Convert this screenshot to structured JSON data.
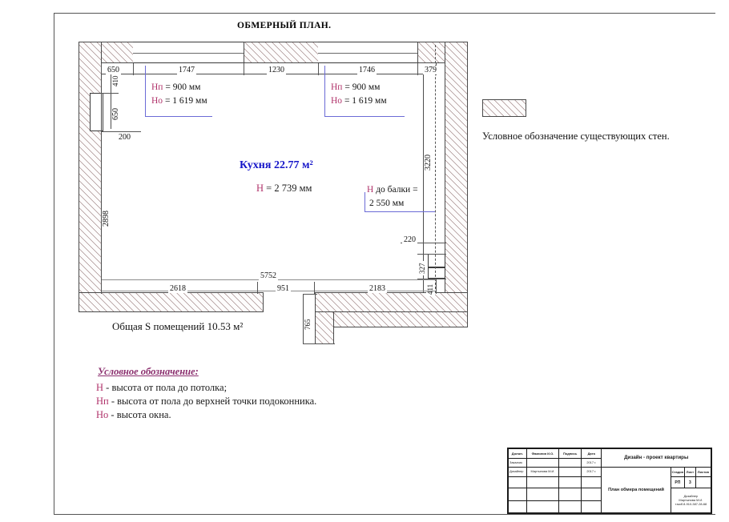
{
  "sheet": {
    "plan_title": "ОБМЕРНЫЙ  ПЛАН."
  },
  "room": {
    "name": "Кухня 22.77 м²",
    "height_key": "Н",
    "height_value": " = 2 739 мм",
    "total_area": "Общая S помещений 10.53 м²"
  },
  "window_notes": [
    {
      "hp_key": "Нп",
      "hp_value": " = 900 мм",
      "ho_key": "Но",
      "ho_value": " = 1 619 мм"
    },
    {
      "hp_key": "Нп",
      "hp_value": " = 900 мм",
      "ho_key": "Но",
      "ho_value": " = 1 619 мм"
    }
  ],
  "beam_note": {
    "key": "Н",
    "line1": " до балки =",
    "line2": "2 550 мм"
  },
  "dimensions": {
    "top": [
      "650",
      "1747",
      "1230",
      "1746",
      "379"
    ],
    "left": [
      "410",
      "650",
      "200",
      "2898"
    ],
    "right": [
      "3220",
      "220",
      "327",
      "411"
    ],
    "bottom_overall": "5752",
    "bottom": [
      "2618",
      "951",
      "2183"
    ],
    "step": "765"
  },
  "hatch_legend": {
    "caption": "Условное обозначение существующих стен."
  },
  "symbol_legend": {
    "title": "Условное обозначение:",
    "rows": [
      {
        "key": "Н",
        "text": " - высота от пола до потолка;"
      },
      {
        "key": "Нп",
        "text": " - высота от пола до верхней точки подоконника."
      },
      {
        "key": "Но",
        "text": " - высота окна."
      }
    ]
  },
  "title_block": {
    "headers": [
      "Должн.",
      "Фамилия И.О.",
      "Подпись",
      "Дата"
    ],
    "rows": [
      {
        "role": "Заказчик",
        "name": "",
        "sign": "",
        "date": "2017 г."
      },
      {
        "role": "Дизайнер",
        "name": "Мартынова М.И.",
        "sign": "",
        "date": "2017 г."
      },
      {
        "role": "",
        "name": "",
        "sign": "",
        "date": ""
      },
      {
        "role": "",
        "name": "",
        "sign": "",
        "date": ""
      },
      {
        "role": "",
        "name": "",
        "sign": "",
        "date": ""
      }
    ],
    "project_title": "Дизайн - проект квартиры",
    "drawing_title": "План обмера помещений",
    "stage_headers": [
      "Стадия",
      "Лист",
      "Листов"
    ],
    "stage_values": [
      "РП",
      "3",
      ""
    ],
    "author_lines": [
      "Дизайнер",
      "Мартынова М.И.",
      "т.моб.8-910-387-28-68"
    ]
  }
}
